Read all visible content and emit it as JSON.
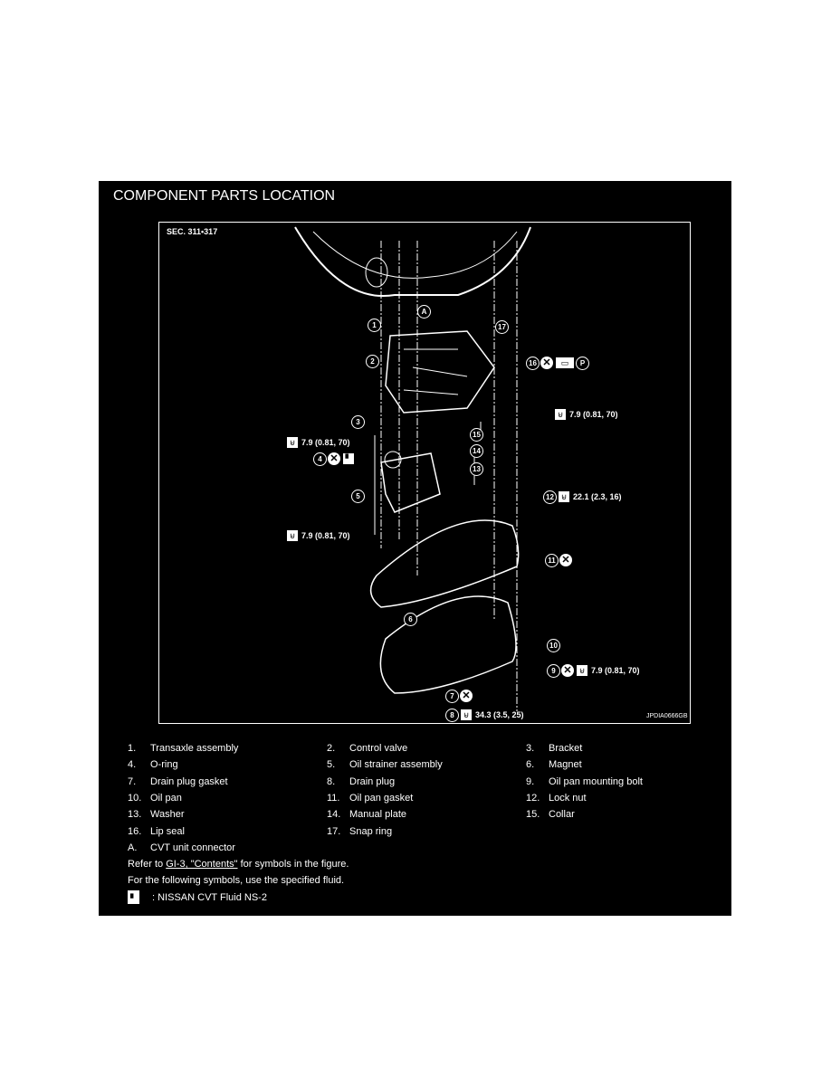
{
  "title": "COMPONENT PARTS LOCATION",
  "diagram": {
    "section": "SEC. 311•317",
    "figure_id": "JPDIA0666GB",
    "torque_79": "7.9 (0.81, 70)",
    "torque_221": "22.1 (2.3, 16)",
    "torque_343": "34.3 (3.5, 25)",
    "callouts": [
      "1",
      "2",
      "3",
      "4",
      "5",
      "6",
      "7",
      "8",
      "9",
      "10",
      "11",
      "12",
      "13",
      "14",
      "15",
      "16",
      "17",
      "A",
      "P"
    ]
  },
  "legend": {
    "rows": [
      [
        {
          "n": "1.",
          "t": "Transaxle assembly"
        },
        {
          "n": "2.",
          "t": "Control valve"
        },
        {
          "n": "3.",
          "t": "Bracket"
        }
      ],
      [
        {
          "n": "4.",
          "t": "O-ring"
        },
        {
          "n": "5.",
          "t": "Oil strainer assembly"
        },
        {
          "n": "6.",
          "t": "Magnet"
        }
      ],
      [
        {
          "n": "7.",
          "t": "Drain plug gasket"
        },
        {
          "n": "8.",
          "t": "Drain plug"
        },
        {
          "n": "9.",
          "t": "Oil pan mounting bolt"
        }
      ],
      [
        {
          "n": "10.",
          "t": "Oil pan"
        },
        {
          "n": "11.",
          "t": "Oil pan gasket"
        },
        {
          "n": "12.",
          "t": "Lock nut"
        }
      ],
      [
        {
          "n": "13.",
          "t": "Washer"
        },
        {
          "n": "14.",
          "t": "Manual plate"
        },
        {
          "n": "15.",
          "t": "Collar"
        }
      ],
      [
        {
          "n": "16.",
          "t": "Lip seal"
        },
        {
          "n": "17.",
          "t": "Snap ring"
        }
      ],
      [
        {
          "n": "A.",
          "t": "CVT unit connector"
        }
      ]
    ],
    "refer_prefix": "Refer to ",
    "refer_link": "GI-3, \"Contents\"",
    "refer_suffix": " for symbols in the figure.",
    "fluid_note": "For the following symbols, use the specified fluid.",
    "fluid": ": NISSAN CVT Fluid NS-2"
  }
}
